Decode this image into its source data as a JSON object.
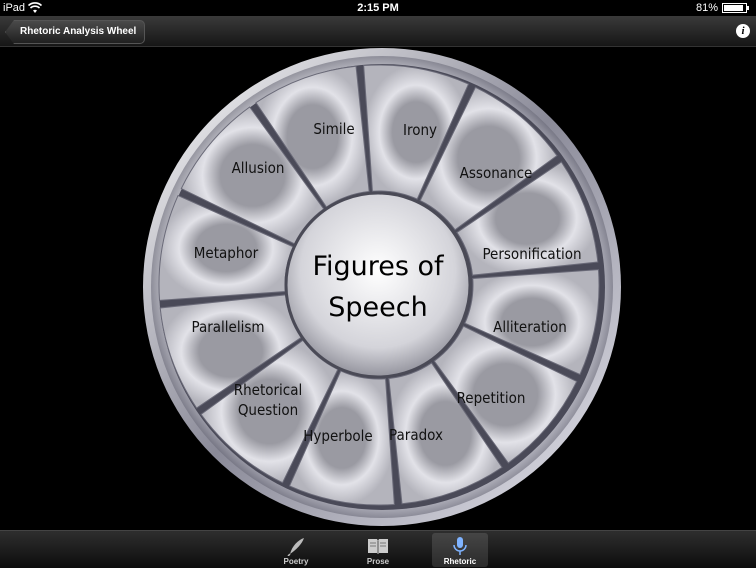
{
  "status_bar": {
    "carrier": "iPad",
    "time": "2:15 PM",
    "battery": "81%"
  },
  "nav": {
    "back_label": "Rhetoric Analysis Wheel",
    "info_icon": "i"
  },
  "wheel": {
    "center": [
      "Figures of",
      "Speech"
    ],
    "segments": [
      {
        "lines": [
          "Irony"
        ]
      },
      {
        "lines": [
          "Assonance"
        ]
      },
      {
        "lines": [
          "Personification"
        ]
      },
      {
        "lines": [
          "Alliteration"
        ]
      },
      {
        "lines": [
          "Repetition"
        ]
      },
      {
        "lines": [
          "Paradox"
        ]
      },
      {
        "lines": [
          "Hyperbole"
        ]
      },
      {
        "lines": [
          "Rhetorical",
          "Question"
        ]
      },
      {
        "lines": [
          "Parallelism"
        ]
      },
      {
        "lines": [
          "Metaphor"
        ]
      },
      {
        "lines": [
          "Allusion"
        ]
      },
      {
        "lines": [
          "Simile"
        ]
      }
    ]
  },
  "tabs": [
    {
      "label": "Poetry",
      "icon": "quill-icon",
      "selected": false
    },
    {
      "label": "Prose",
      "icon": "book-icon",
      "selected": false
    },
    {
      "label": "Rhetoric",
      "icon": "microphone-icon",
      "selected": true
    }
  ]
}
